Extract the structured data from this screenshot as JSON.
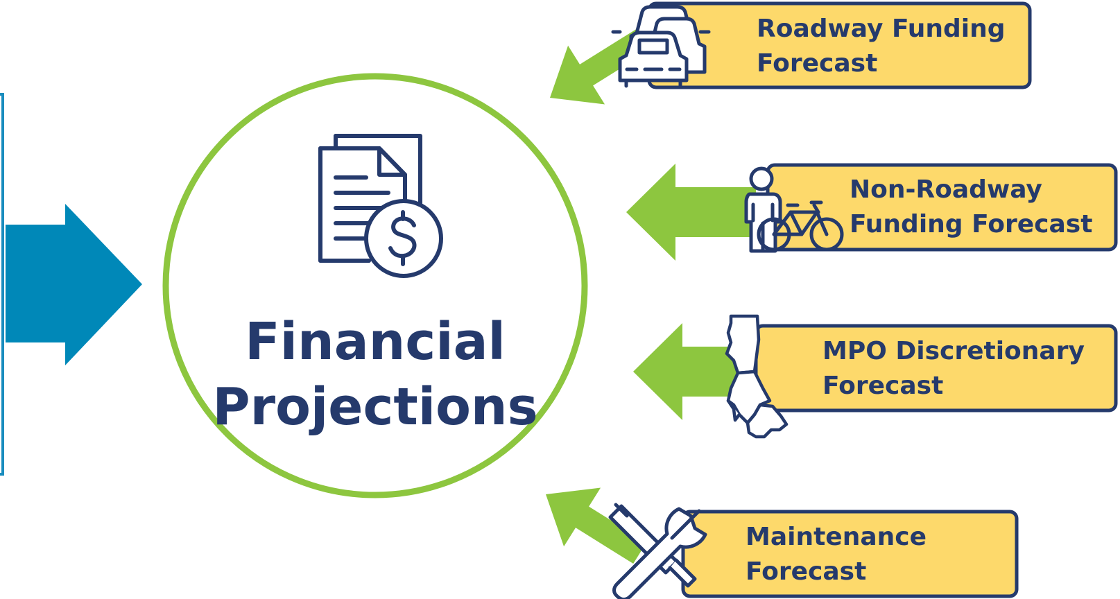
{
  "center": {
    "title_line1": "Financial",
    "title_line2": "Projections",
    "icon": "financial-document-dollar-icon"
  },
  "inputs": [
    {
      "line1": "Roadway Funding",
      "line2": "Forecast",
      "icon": "cars-icon"
    },
    {
      "line1": "Non-Roadway",
      "line2": "Funding Forecast",
      "icon": "pedestrian-bicycle-icon"
    },
    {
      "line1": "MPO Discretionary",
      "line2": "Forecast",
      "icon": "region-map-icon"
    },
    {
      "line1": "Maintenance",
      "line2": "Forecast",
      "icon": "wrench-screwdriver-icon"
    }
  ],
  "colors": {
    "navy": "#253A6C",
    "green_arrow": "#8DC63F",
    "circle_ring": "#8DC63F",
    "box_fill": "#FDD96B",
    "blue_arrow": "#0088B8",
    "left_panel_border": "#1A8DBE"
  }
}
